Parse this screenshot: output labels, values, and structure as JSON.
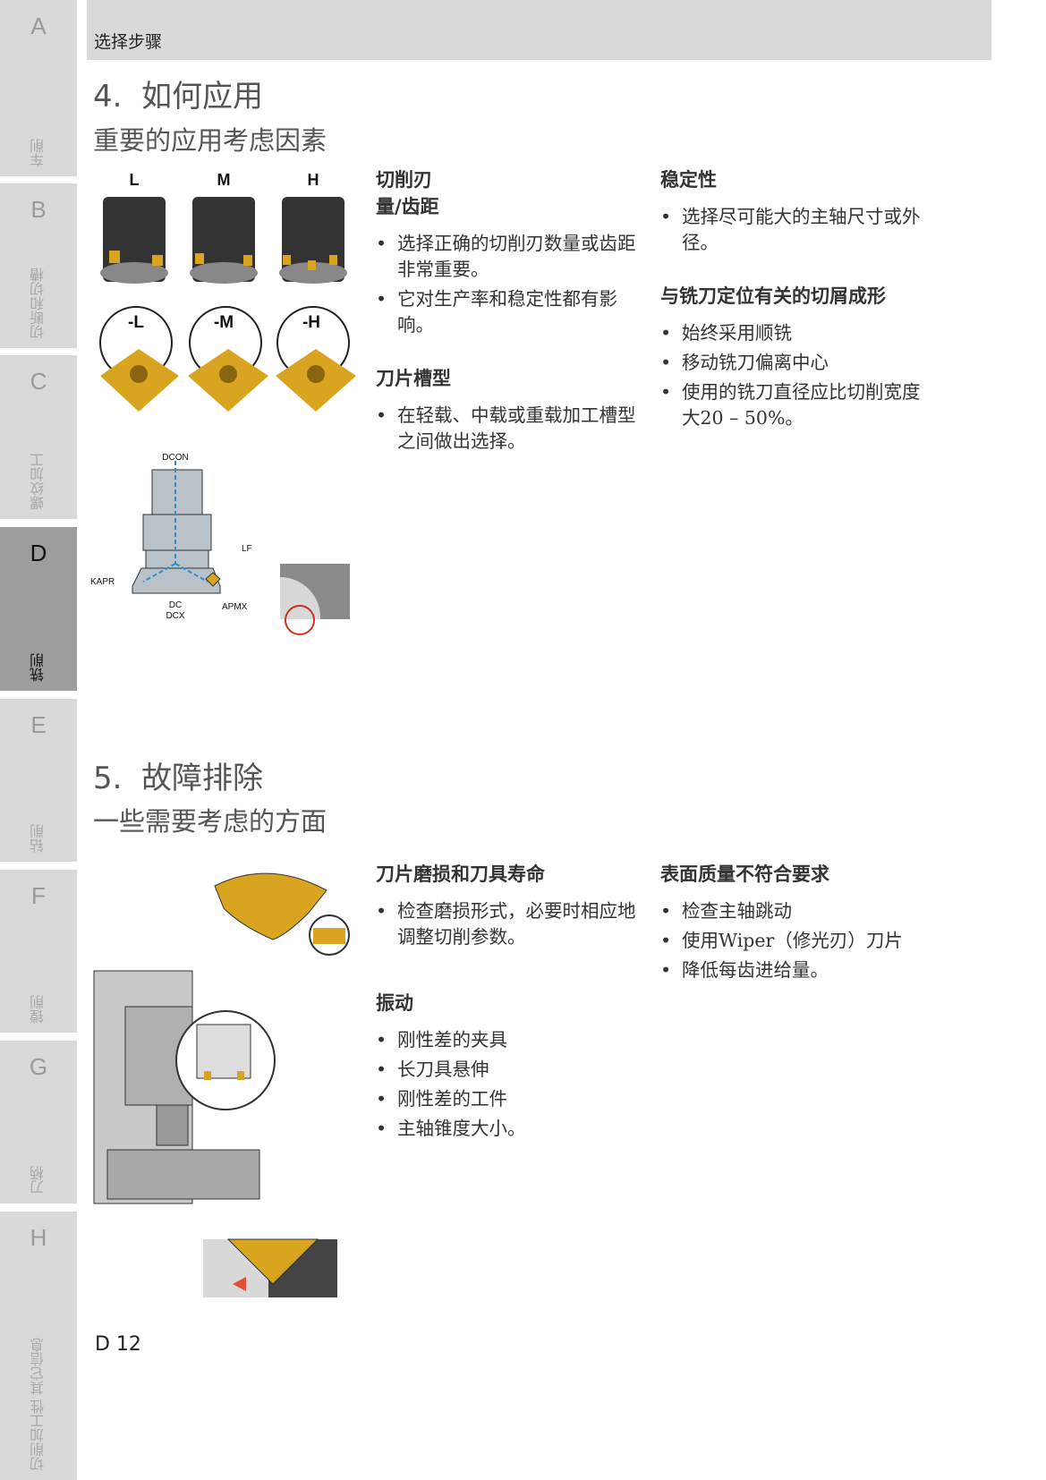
{
  "sidebar": {
    "tabs": [
      {
        "letter": "A",
        "label": "车削"
      },
      {
        "letter": "B",
        "label": "切断和切槽"
      },
      {
        "letter": "C",
        "label": "螺纹加工"
      },
      {
        "letter": "D",
        "label": "铣削",
        "active": true
      },
      {
        "letter": "E",
        "label": "钻削"
      },
      {
        "letter": "F",
        "label": "镗削"
      },
      {
        "letter": "G",
        "label": "刀柄"
      },
      {
        "letter": "H",
        "label": "切削加工性 其它信息"
      }
    ]
  },
  "header": {
    "title": "选择步骤"
  },
  "section4": {
    "title": "4.  如何应用",
    "subtitle": "重要的应用考虑因素",
    "figure": {
      "pitch_labels": [
        "L",
        "M",
        "H"
      ],
      "geometry_labels": [
        "-L",
        "-M",
        "-H"
      ],
      "dims": [
        "DCON",
        "LF",
        "KAPR",
        "DC",
        "DCX",
        "APMX"
      ]
    },
    "col1": {
      "h1": "切削刃\n量/齿距",
      "b1": [
        "选择正确的切削刃数量或齿距非常重要。",
        "它对生产率和稳定性都有影响。"
      ],
      "h2": "刀片槽型",
      "b2": [
        "在轻载、中载或重载加工槽型之间做出选择。"
      ]
    },
    "col2": {
      "h1": "稳定性",
      "b1": [
        "选择尽可能大的主轴尺寸或外径。"
      ],
      "h2": "与铣刀定位有关的切屑成形",
      "b2": [
        "始终采用顺铣",
        "移动铣刀偏离中心",
        "使用的铣刀直径应比切削宽度大20 – 50%。"
      ]
    }
  },
  "section5": {
    "title": "5.  故障排除",
    "subtitle": "一些需要考虑的方面",
    "col1": {
      "h1": "刀片磨损和刀具寿命",
      "b1": [
        "检查磨损形式，必要时相应地调整切削参数。"
      ],
      "h2": "振动",
      "b2": [
        "刚性差的夹具",
        "长刀具悬伸",
        "刚性差的工件",
        "主轴锥度大小。"
      ]
    },
    "col2": {
      "h1": "表面质量不符合要求",
      "b1": [
        "检查主轴跳动",
        "使用Wiper（修光刃）刀片",
        "降低每齿进给量。"
      ]
    }
  },
  "colors": {
    "tab": "#d9d9d9",
    "tab_active": "#9d9d9d",
    "insert_gold": "#d9a520"
  },
  "footer": {
    "page": "D 12"
  }
}
